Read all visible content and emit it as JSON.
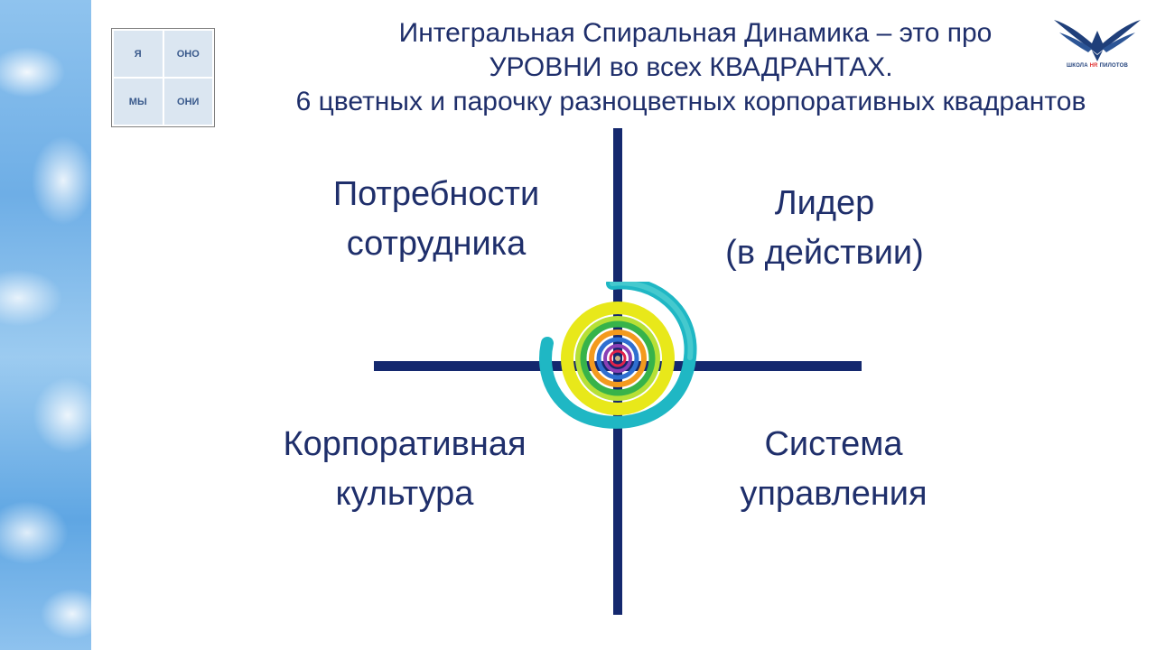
{
  "title": {
    "line1": "Интегральная Спиральная Динамика  – это про",
    "line2": "УРОВНИ во всех КВАДРАНТАХ.",
    "line3": "6 цветных и парочку разноцветных корпоративных квадрантов"
  },
  "mini_quadrants": {
    "top_left": "Я",
    "top_right": "ОНО",
    "bottom_left": "МЫ",
    "bottom_right": "ОНИ"
  },
  "logo": {
    "text_before": "ШКОЛА ",
    "text_accent": "HR",
    "text_after": " ПИЛОТОВ"
  },
  "quadrants": {
    "top_left": [
      "Потребности",
      "сотрудника"
    ],
    "top_right": [
      "Лидер",
      "(в действии)"
    ],
    "bottom_left": [
      "Корпоративная",
      "культура"
    ],
    "bottom_right": [
      "Система",
      "управления"
    ]
  },
  "colors": {
    "text": "#1f2f6b",
    "axis": "#14286e",
    "logo_accent": "#e03030"
  },
  "icons": {
    "center": "spiral-dynamics-icon",
    "logo": "wings-logo-icon"
  }
}
